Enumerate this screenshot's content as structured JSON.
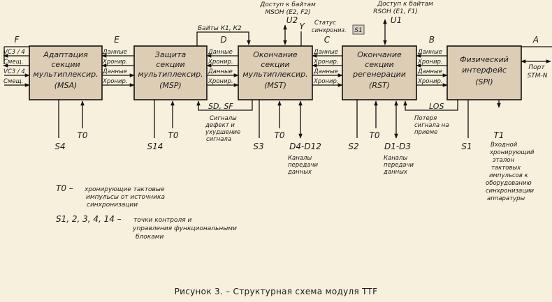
{
  "blocks": {
    "msa": [
      "Адаптация",
      "секции",
      "мультиплексир.",
      "(MSA)"
    ],
    "msp": [
      "Защита",
      "секции",
      "мультиплексир.",
      "(MSP)"
    ],
    "mst": [
      "Окончание",
      "секции",
      "мультиплексир.",
      "(MST)"
    ],
    "rst": [
      "Окончание",
      "секции",
      "регенерации",
      "(RST)"
    ],
    "spi": [
      "Физический",
      "интерфейс",
      "(SPI)"
    ]
  },
  "signals": {
    "data": "Данные",
    "clock": "Хронир.",
    "vc": "VC3 / 4",
    "offset": "Смещ."
  },
  "letters": {
    "f": "F",
    "e": "E",
    "d": "D",
    "c": "C",
    "b": "B",
    "a": "A",
    "y": "Y",
    "u1": "U1",
    "u2": "U2"
  },
  "top": {
    "bytes_k": "Байты К1, К2",
    "msoh_line1": "Доступ к байтам",
    "msoh_line2": "MSOH (E2, F2)",
    "rsoh_line1": "Доступ к байтам",
    "rsoh_line2": "RSOH (E1, F1)",
    "status_line1": "Статус",
    "status_line2": "синхрониз.",
    "s1_box": "S1"
  },
  "port": [
    "Порт",
    "STM-N"
  ],
  "points": {
    "s4": "S4",
    "t0_1": "T0",
    "s14": "S14",
    "t0_2": "T0",
    "s3": "S3",
    "t0_3": "T0",
    "s2": "S2",
    "t0_4": "T0",
    "s1": "S1",
    "t1": "T1"
  },
  "sd_sf": "SD, SF",
  "sd_sf_note": [
    "Сигналы",
    "дефект и",
    "ухудшение",
    "сигнала"
  ],
  "d4_d12": "D4-D12",
  "d4_note": [
    "Каналы",
    "передачи",
    "данных"
  ],
  "d1_d3": "D1-D3",
  "d1_note": [
    "Каналы",
    "передачи",
    "данных"
  ],
  "los": "LOS",
  "los_note": [
    "Потеря",
    "сигнала на",
    "приеме"
  ],
  "t1_note": [
    "Входной",
    "хронирующий",
    "эталон",
    "тактовых",
    "импульсов к",
    "оборудованию",
    "синхронизации",
    "аппаратуры"
  ],
  "legend": {
    "t0_key": "T0 –",
    "t0_desc": [
      "хронирующие тактовые",
      "импульсы от источника",
      "синхронизации"
    ],
    "s_key": "S1, 2, 3, 4, 14 –",
    "s_desc": [
      "точки контроля и",
      "управления функциональными",
      "блоками"
    ]
  },
  "caption": "Рисунок 3. – Структурная схема модуля TTF"
}
